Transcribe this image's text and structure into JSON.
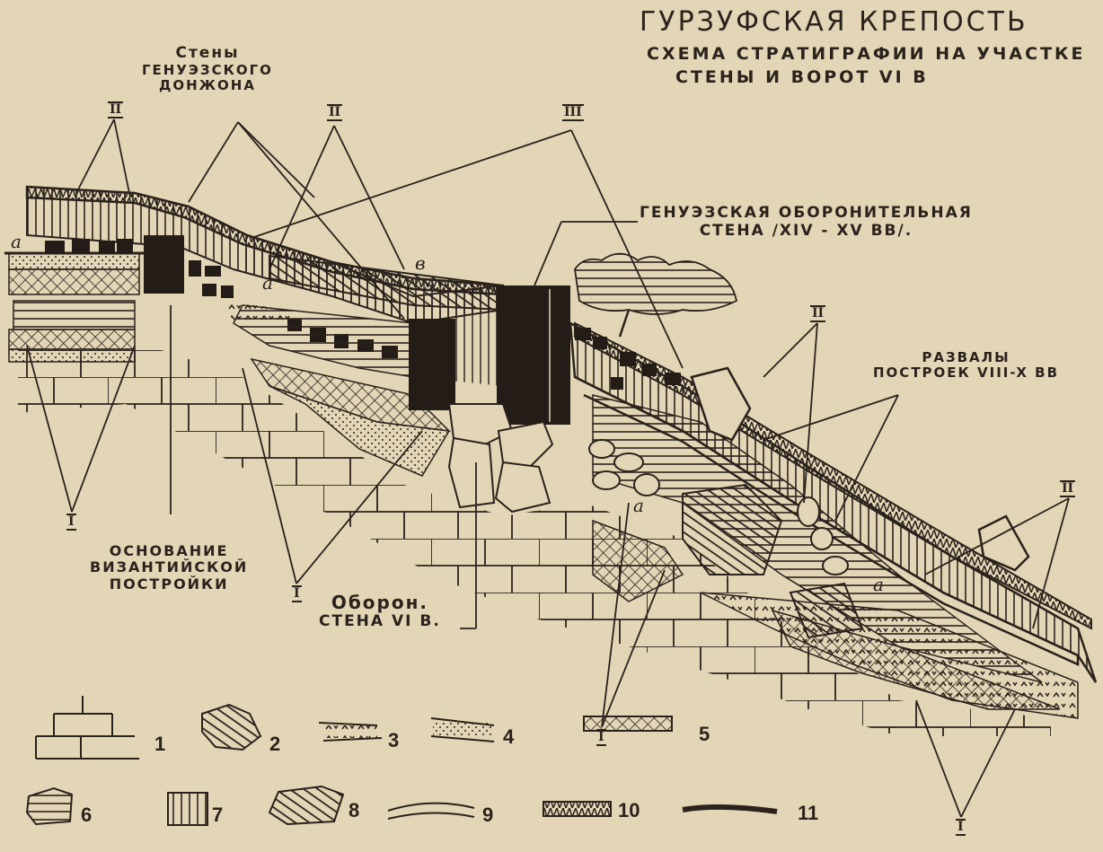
{
  "title": {
    "main": "Гурзуфская крепость",
    "line2": "Схема стратиграфии на участке",
    "line3": "стены и ворот VI в"
  },
  "callouts": {
    "donjon_walls": [
      "Стены",
      "генуэзского",
      "донжона"
    ],
    "genoese_wall": [
      "Генуэзская оборонительная",
      "стена /XIV - XV вв/."
    ],
    "ruins": [
      "Развалы",
      "построек VIII-X вв"
    ],
    "byzantine_base": [
      "Основание",
      "византийской",
      "постройки"
    ],
    "defense_wall": [
      "Оборон.",
      "стена VI в."
    ]
  },
  "stratum_markers": {
    "I": "I",
    "II": "II",
    "III": "III",
    "a": "а",
    "v": "в"
  },
  "legend": [
    {
      "num": "1",
      "pattern": "brick-masonry"
    },
    {
      "num": "2",
      "pattern": "rubble-stone"
    },
    {
      "num": "3",
      "pattern": "chevron-layer"
    },
    {
      "num": "4",
      "pattern": "dotted-sand-layer"
    },
    {
      "num": "5",
      "pattern": "crosshatch-layer"
    },
    {
      "num": "6",
      "pattern": "horizontal-lines"
    },
    {
      "num": "7",
      "pattern": "vertical-lines"
    },
    {
      "num": "8",
      "pattern": "diagonal-hatch"
    },
    {
      "num": "9",
      "pattern": "double-line"
    },
    {
      "num": "10",
      "pattern": "zigzag-hatch"
    },
    {
      "num": "11",
      "pattern": "thick-line"
    }
  ],
  "colors": {
    "paper": "#e3d6b6",
    "ink": "#2a221c"
  }
}
